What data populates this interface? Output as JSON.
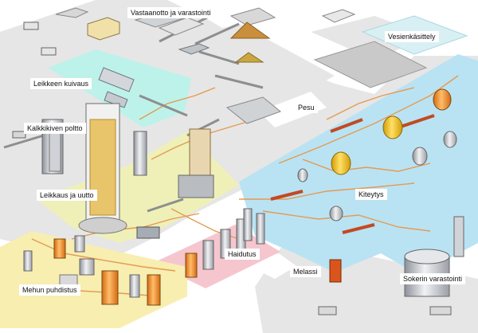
{
  "labels": {
    "vastaanotto": "Vastaanotto ja varastointi",
    "vesienkasittely": "Vesienkäsittely",
    "leikkeen_kuivaus": "Leikkeen kuivaus",
    "pesu": "Pesu",
    "kalkkikiven_poltto": "Kalkkikiven poltto",
    "kiteytys": "Kiteytys",
    "leikkaus_ja_uutto": "Leikkaus ja uutto",
    "haidutus": "Haidutus",
    "melassi": "Melassi",
    "sokerin_varastointi": "Sokerin varastointi",
    "mehun_puhdistus": "Mehun puhdistus"
  },
  "zone_colors": {
    "ground": "#e6e6e6",
    "water": "#d8f0f4",
    "drying": "#bdf2ea",
    "crystallization": "#b9e3f3",
    "extraction": "#eef0b8",
    "evaporation": "#f6c6cf",
    "juice_purification": "#f7eeb0",
    "pipe": "#e59a52",
    "tank_yellow": "#f2c21a",
    "tank_orange": "#ea8a2a",
    "melassi_tank": "#d9551c"
  }
}
